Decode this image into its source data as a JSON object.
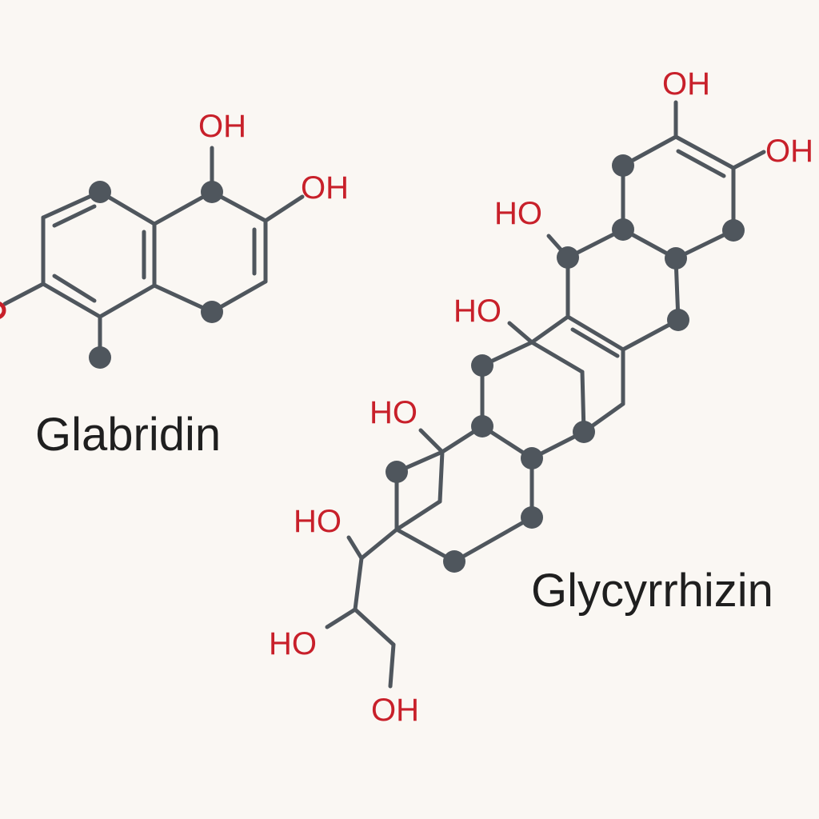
{
  "molecules": [
    {
      "name": "Glabridin",
      "labels": [
        "OH",
        "OH"
      ]
    },
    {
      "name": "Glycyrrhizin",
      "labels": [
        "OH",
        "OH",
        "HO",
        "HO",
        "HO",
        "HO",
        "HO",
        "OH"
      ]
    }
  ],
  "colors": {
    "background": "#faf7f3",
    "bond": "#4f565d",
    "heteroatom": "#c8202a",
    "text": "#1f1f1f"
  }
}
